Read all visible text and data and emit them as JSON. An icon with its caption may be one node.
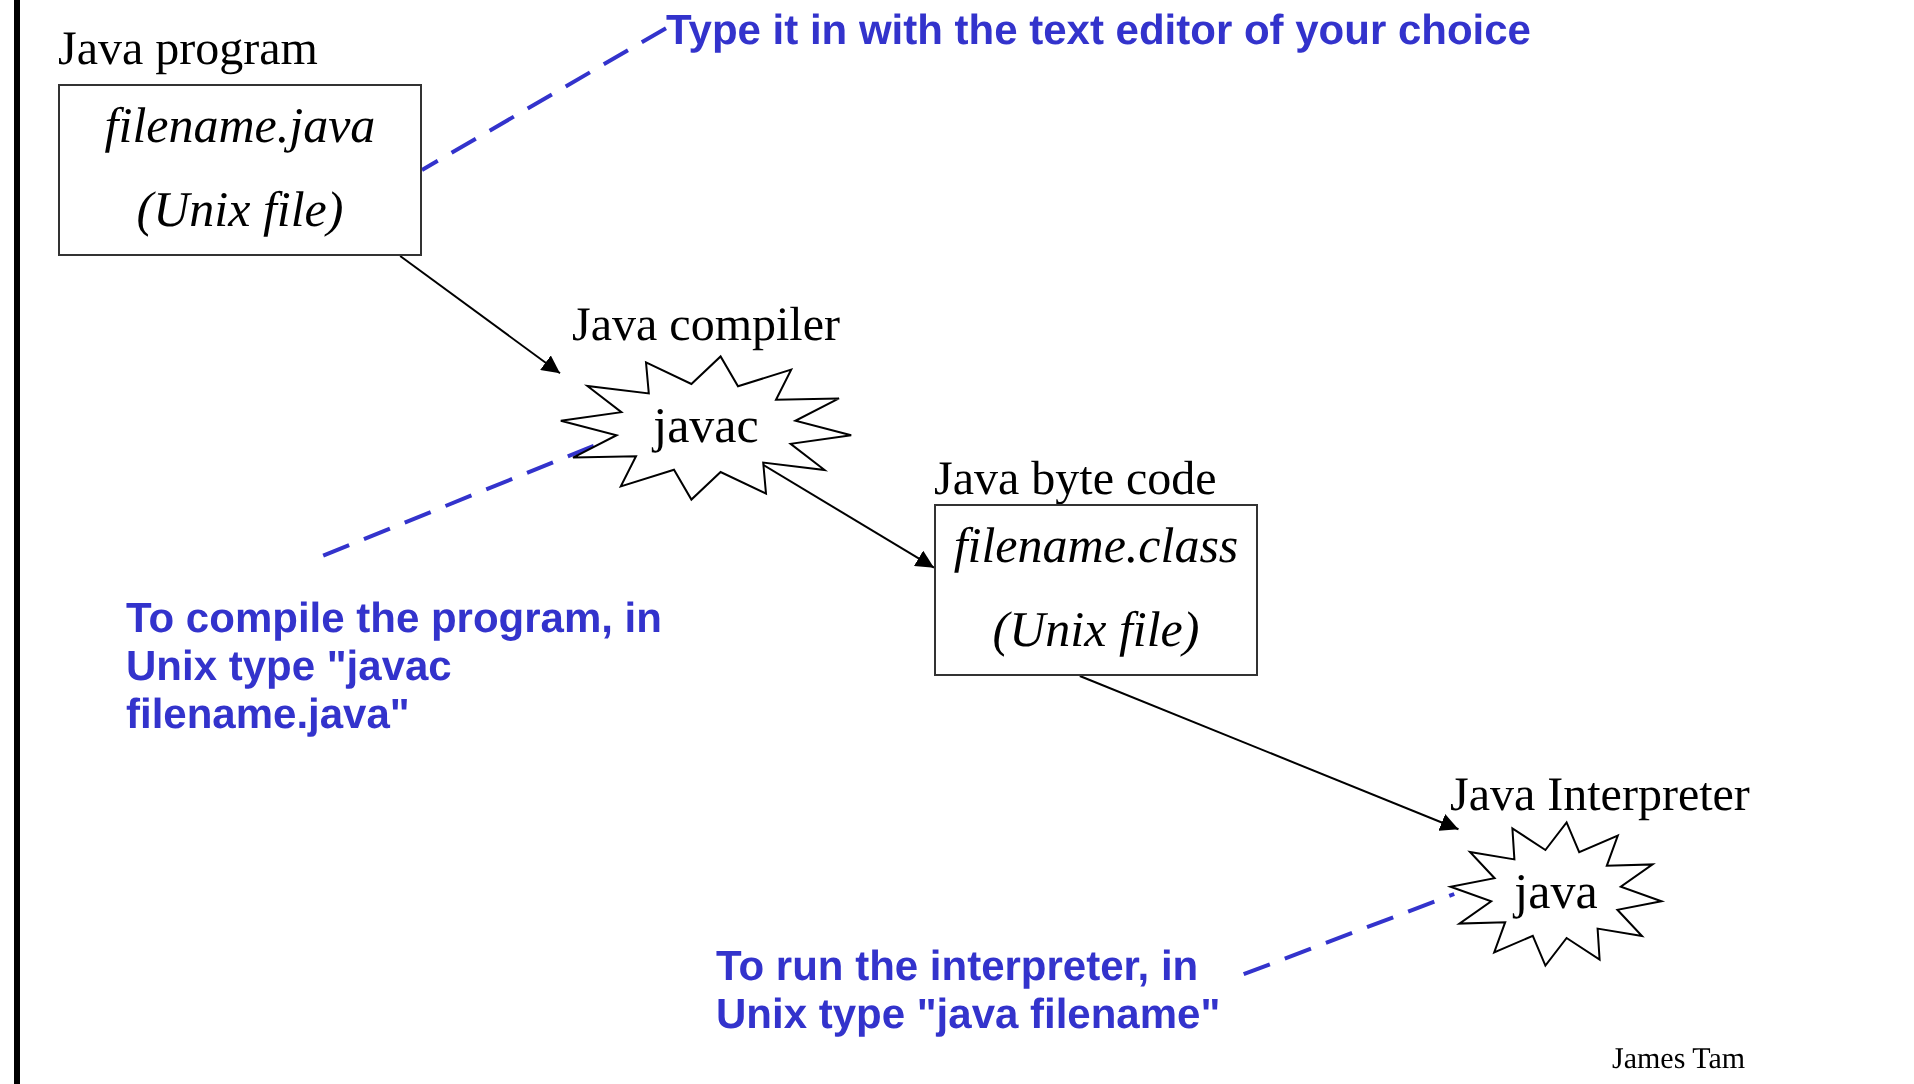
{
  "diagram": {
    "nodes": [
      {
        "text": [
          "Java program",
          "filename.java",
          "(Unix file)"
        ]
      },
      {
        "text": [
          "Java compiler",
          "javac"
        ]
      },
      {
        "text": [
          "Java byte code",
          "filename.class",
          "(Unix file)"
        ]
      },
      {
        "text": [
          "Java Interpreter",
          "java"
        ]
      },
      {
        "text": [
          "Type it in with the text editor of your choice"
        ]
      },
      {
        "text": [
          "To compile the program, in Unix type \"javac filename.java\""
        ]
      },
      {
        "text": [
          "To run the interpreter, in Unix type \"java filename\""
        ]
      }
    ],
    "edges": [
      {
        "from": 0,
        "to": 1,
        "arrow": "to"
      },
      {
        "from": 1,
        "to": 2,
        "arrow": "to"
      },
      {
        "from": 2,
        "to": 3,
        "arrow": "to"
      },
      {
        "from": 4,
        "to": 0,
        "arrow": "none",
        "style": "dashed",
        "color": "#3333cc"
      },
      {
        "from": 5,
        "to": 1,
        "arrow": "none",
        "style": "dashed",
        "color": "#3333cc"
      },
      {
        "from": 6,
        "to": 3,
        "arrow": "none",
        "style": "dashed",
        "color": "#3333cc"
      }
    ],
    "labels": [
      "James Tam"
    ]
  }
}
